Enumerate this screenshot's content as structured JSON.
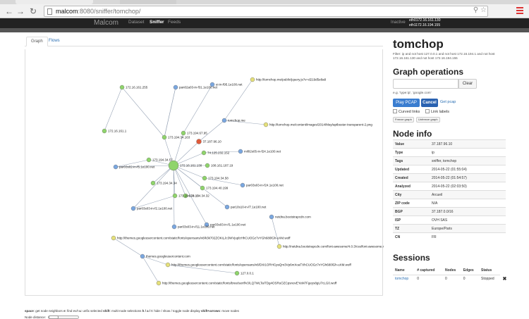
{
  "browser": {
    "tab_title": "Malcom",
    "url_host": "malcom",
    "url_path": ":8080/sniffer/tomchop/",
    "back_icon": "arrow-left-icon",
    "forward_icon": "arrow-right-icon",
    "reload_icon": "reload-icon"
  },
  "navbar": {
    "brand": "Malcom",
    "items": [
      "Dataset",
      "Sniffer",
      "Feeds"
    ],
    "active_index": 1,
    "status": "Inactive",
    "interfaces": [
      "eth0172.16.161.130",
      "eth1172.16.194.155"
    ]
  },
  "tabs": [
    "Graph",
    "Flows"
  ],
  "graph": {
    "nodes": [
      "172.16.161.255",
      "pan02a03-in-f31.1e100.net",
      "ei-in-f95.1e100.net",
      "http://tomchop.me/public/jquery.js?v=d219d5e8a8",
      "172.16.161.1",
      "tomchop.me",
      "http://tomchop.me/content/images/2014/May/aptbuster-transparent-2.png",
      "173.194.34.163",
      "173.194.67.95",
      "37.187.96.10",
      "74.125.232.152",
      "mil02s05-in-f24.1e100.net",
      "173.194.34.57",
      "par03s02-in-f5.1e100.net",
      "172.16.161.130",
      "108.161.187.19",
      "173.194.34.58",
      "173.194.34.34",
      "par03s03-in-f24.1e100.net",
      "173.194.40.199",
      "173.194.34.32",
      "173.194.34.15",
      "par03s03-in-f2.1e100.net",
      "par10s10-in-f7.1e100.net",
      "par03s03-in-f1.1e100.net",
      "par03s03-in-f11.1e100.net",
      "netdna.bootstrapcdn.com",
      "http://themes.googleusercontent.com/static/fonts/opensans/v8/k3k702ZOKiLJc3WVjuplzHhCUOGz7vYGh680lGh-uXM.woff",
      "http://netdna.bootstrapcdn.com/font-awesome/4.0.3/css/font-awesome.min.css",
      "themes.googleusercontent.com",
      "http://themes.googleusercontent.com/static/fonts/opensans/v8/DXI1ORHCpsQm3Vp6mXoaTXhCUOGz7vYGh680lGh-uXM.woff",
      "127.0.0.1",
      "http://themes.googleusercontent.com/static/fonts/bree/serif/v3/LQ7WLTaITDg4OSRuOZCpsnovEYeM7Fgeys8gU7cLG0.woff"
    ]
  },
  "help": {
    "items": [
      [
        "space",
        ": get node neighbors"
      ],
      [
        "e",
        ": find ev/t"
      ],
      [
        "u",
        ": unfix selected"
      ],
      [
        "shift",
        ": multi-node selections"
      ],
      [
        "h / a / t",
        ": hide / show / toggle node display"
      ],
      [
        "shift+arrows",
        ": move nodes"
      ]
    ],
    "node_distance": "Node distance:"
  },
  "side": {
    "title": "tomchop",
    "filter": "Filter: ip and not host 127.0.0.1 and not host 172.16.194.1 and not host 172.16.161.130 and not host 172.16.194.155",
    "graph_ops_heading": "Graph operations",
    "search_placeholder": "",
    "clear_label": "Clear",
    "example": "e.g. 'type:ip', 'google.com'",
    "play_label": "Play PCAP",
    "cancel_label": "Cancel",
    "get_pcap": "Get pcap",
    "curved_links": "Curved links",
    "link_labels": "Link labels",
    "freeze_label": "Freeze graph",
    "unfreeze_label": "Unfreeze graph",
    "node_info_heading": "Node info",
    "node_info": [
      [
        "Value",
        "37.187.96.10"
      ],
      [
        "Type",
        "ip"
      ],
      [
        "Tags",
        "sniffer, tomchop"
      ],
      [
        "Updated",
        "2014-05-22 (01:55:04)"
      ],
      [
        "Created",
        "2014-05-22 (01:54:57)"
      ],
      [
        "Analyzed",
        "2014-05-22 (02:03:50)"
      ],
      [
        "City",
        "Arcueil"
      ],
      [
        "ZIP code",
        "N/A"
      ],
      [
        "BGP",
        "37.187.0.0/16"
      ],
      [
        "ISP",
        "OVH SAS"
      ],
      [
        "TZ",
        "Europe/Paris"
      ],
      [
        "CN",
        "FR"
      ]
    ],
    "sessions_heading": "Sessions",
    "sessions_headers": [
      "Name",
      "# captured",
      "Nodes",
      "Edges",
      "Status"
    ],
    "sessions": [
      [
        "tomchop",
        "0",
        "0",
        "0",
        "Stopped"
      ]
    ]
  },
  "colors": {
    "ip_node": "#8fd46b",
    "host_node": "#7aa7e0",
    "url_node": "#e5e07a",
    "selected_node": "#e05a3a",
    "edge": "#9aa6b8",
    "accent": "#3a7dd0"
  }
}
